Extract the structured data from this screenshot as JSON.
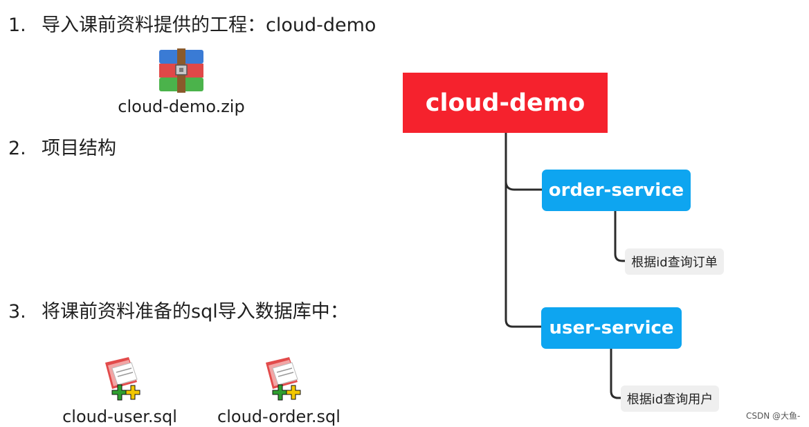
{
  "steps": [
    {
      "num": "1.",
      "text": "导入课前资料提供的工程：cloud-demo"
    },
    {
      "num": "2.",
      "text": "项目结构"
    },
    {
      "num": "3.",
      "text": "将课前资料准备的sql导入数据库中："
    }
  ],
  "files": {
    "zip": {
      "label": "cloud-demo.zip",
      "icon": "winrar-archive-icon"
    },
    "sql_user": {
      "label": "cloud-user.sql",
      "icon": "sql-file-icon"
    },
    "sql_order": {
      "label": "cloud-order.sql",
      "icon": "sql-file-icon"
    }
  },
  "tree": {
    "root": "cloud-demo",
    "services": [
      {
        "name": "order-service",
        "desc": "根据id查询订单"
      },
      {
        "name": "user-service",
        "desc": "根据id查询用户"
      }
    ]
  },
  "colors": {
    "root": "#f5222d",
    "service": "#0ea5f0",
    "leaf": "#efefef",
    "connector": "#2b2b2b"
  },
  "watermark": "CSDN @大鱼-"
}
